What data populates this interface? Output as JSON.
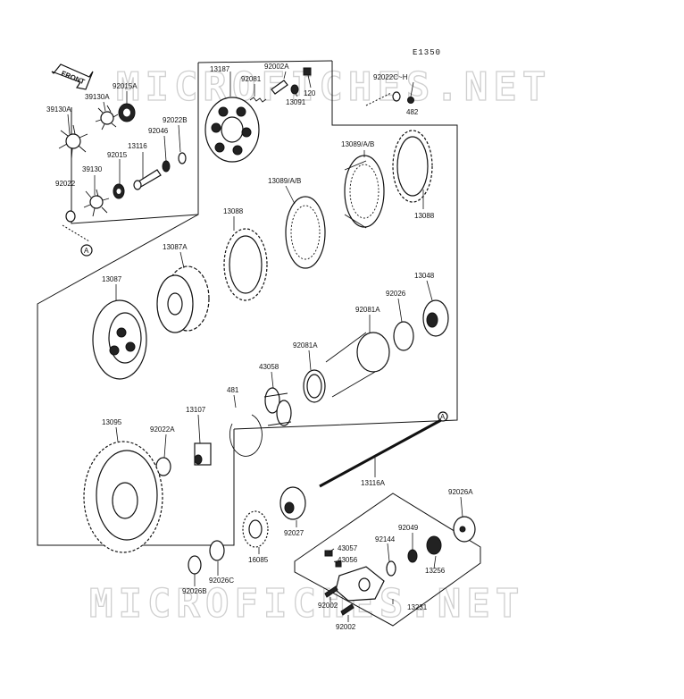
{
  "diagram": {
    "code": "E1350",
    "front_label": "FRONT",
    "watermark": "MICROFICHES.NET",
    "ref_marker": "A",
    "parts": [
      {
        "id": "p13187",
        "text": "13187"
      },
      {
        "id": "p92002A",
        "text": "92002A"
      },
      {
        "id": "p92081",
        "text": "92081"
      },
      {
        "id": "p120",
        "text": "120"
      },
      {
        "id": "p13091",
        "text": "13091"
      },
      {
        "id": "p92022CH",
        "text": "92022C~H"
      },
      {
        "id": "p482",
        "text": "482"
      },
      {
        "id": "p92015A",
        "text": "92015A"
      },
      {
        "id": "p39130A_r",
        "text": "39130A"
      },
      {
        "id": "p39130A_l",
        "text": "39130A"
      },
      {
        "id": "p92022B",
        "text": "92022B"
      },
      {
        "id": "p92046",
        "text": "92046"
      },
      {
        "id": "p13116",
        "text": "13116"
      },
      {
        "id": "p92015",
        "text": "92015"
      },
      {
        "id": "p39130",
        "text": "39130"
      },
      {
        "id": "p92022",
        "text": "92022"
      },
      {
        "id": "p13089_top",
        "text": "13089/A/B"
      },
      {
        "id": "p13089_mid",
        "text": "13089/A/B"
      },
      {
        "id": "p13088_l",
        "text": "13088"
      },
      {
        "id": "p13088_r",
        "text": "13088"
      },
      {
        "id": "p13087A",
        "text": "13087A"
      },
      {
        "id": "p13087",
        "text": "13087"
      },
      {
        "id": "p13048",
        "text": "13048"
      },
      {
        "id": "p92026",
        "text": "92026"
      },
      {
        "id": "p92081A_1",
        "text": "92081A"
      },
      {
        "id": "p92081A_2",
        "text": "92081A"
      },
      {
        "id": "p43058",
        "text": "43058"
      },
      {
        "id": "p481",
        "text": "481"
      },
      {
        "id": "p13107",
        "text": "13107"
      },
      {
        "id": "p92022A",
        "text": "92022A"
      },
      {
        "id": "p13095",
        "text": "13095"
      },
      {
        "id": "p13116A",
        "text": "13116A"
      },
      {
        "id": "p92026A",
        "text": "92026A"
      },
      {
        "id": "p92027",
        "text": "92027"
      },
      {
        "id": "p92049",
        "text": "92049"
      },
      {
        "id": "p43057",
        "text": "43057"
      },
      {
        "id": "p92144",
        "text": "92144"
      },
      {
        "id": "p43056",
        "text": "43056"
      },
      {
        "id": "p13256",
        "text": "13256"
      },
      {
        "id": "p16085",
        "text": "16085"
      },
      {
        "id": "p92026B",
        "text": "92026B"
      },
      {
        "id": "p92026C",
        "text": "92026C"
      },
      {
        "id": "p92002_1",
        "text": "92002"
      },
      {
        "id": "p13231",
        "text": "13231"
      },
      {
        "id": "p92002_2",
        "text": "92002"
      }
    ]
  }
}
